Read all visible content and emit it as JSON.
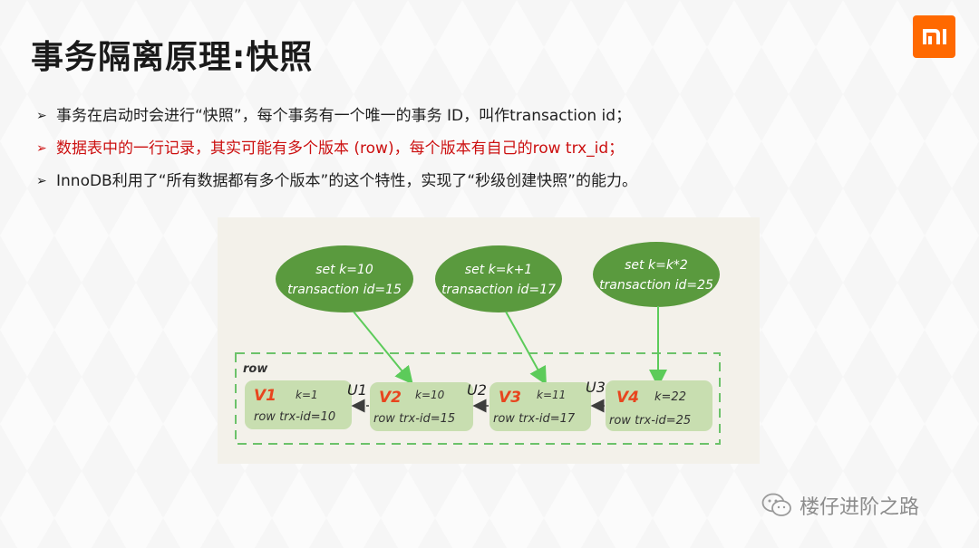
{
  "title": "事务隔离原理:快照",
  "logo": {
    "text": "MI",
    "color": "#ff6900"
  },
  "bullets": [
    {
      "text": "事务在启动时会进行“快照”，每个事务有一个唯一的事务 ID，叫作transaction id；",
      "color": "#1f1f1f"
    },
    {
      "text": "数据表中的一行记录，其实可能有多个版本 (row)，每个版本有自己的row trx_id；",
      "color": "#cc1010"
    },
    {
      "text": "InnoDB利用了“所有数据都有多个版本”的这个特性，实现了“秒级创建快照”的能力。",
      "color": "#1f1f1f"
    }
  ],
  "bullet_marker": "➢",
  "diagram": {
    "transactions": [
      {
        "set": "set k=10",
        "trx": "transaction id=15"
      },
      {
        "set": "set k=k+1",
        "trx": "transaction id=17"
      },
      {
        "set": "set k=k*2",
        "trx": "transaction id=25"
      }
    ],
    "row_label": "row",
    "versions": [
      {
        "v": "V1",
        "k": "k=1",
        "trx": "row trx-id=10"
      },
      {
        "v": "V2",
        "k": "k=10",
        "trx": "row trx-id=15"
      },
      {
        "v": "V3",
        "k": "k=11",
        "trx": "row trx-id=17"
      },
      {
        "v": "V4",
        "k": "k=22",
        "trx": "row trx-id=25"
      }
    ],
    "undo_logs": [
      "U1",
      "U2",
      "U3"
    ],
    "colors": {
      "ellipse": "#5a9a3e",
      "version_box": "#c8deb0",
      "version_label": "#e8451e",
      "arrow": "#5ccb5a"
    }
  },
  "watermark": {
    "icon": "wechat-icon",
    "text": "楼仔进阶之路"
  }
}
